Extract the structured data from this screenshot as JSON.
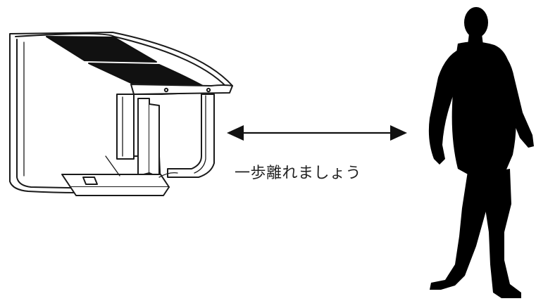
{
  "caption": "一歩離れましょう",
  "colors": {
    "line": "#1a1a1a",
    "fill": "#ffffff",
    "panel": "#111111",
    "silhouette": "#000000"
  },
  "figures": {
    "device": "hand-dryer-device",
    "arrow": "double-headed-arrow",
    "person": "walking-person-silhouette"
  }
}
